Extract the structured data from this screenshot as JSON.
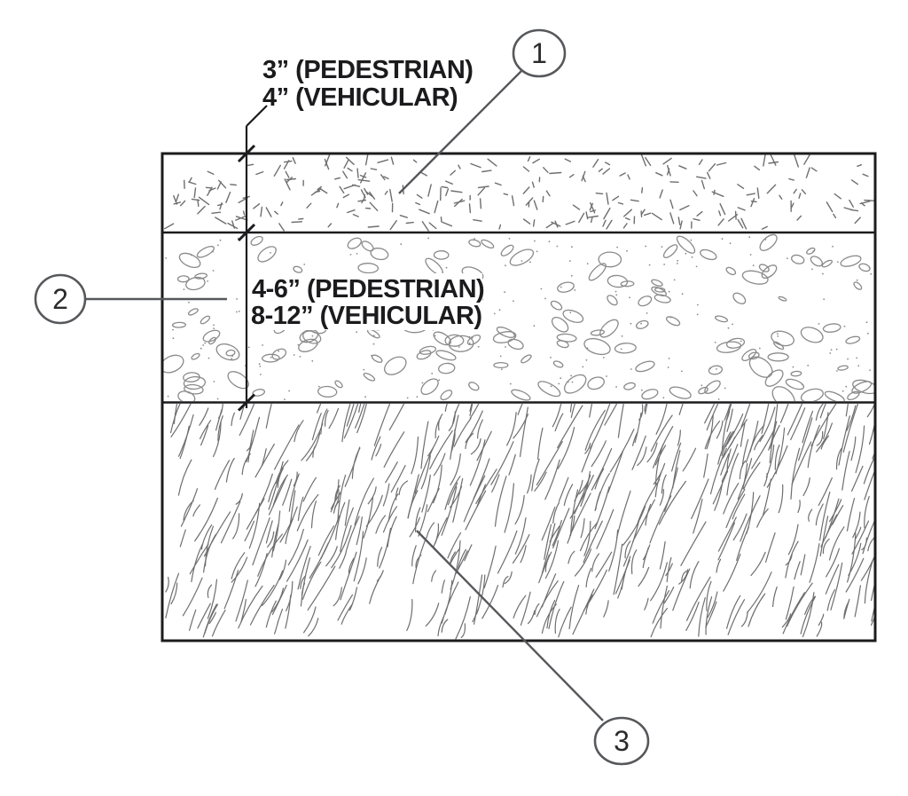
{
  "diagram": {
    "kind": "layered-section-detail",
    "colors": {
      "background": "#ffffff",
      "outline": "#1c1c1e",
      "hatch": "#6e6e70",
      "gravel": "#8a8a8c",
      "leader": "#56585b",
      "text": "#1b1b1d",
      "calloutText": "#2b2b2d"
    },
    "dimension_note": {
      "line1": "3” (PEDESTRIAN)",
      "line2": "4” (VEHICULAR)"
    },
    "layer2_note": {
      "line1": "4-6” (PEDESTRIAN)",
      "line2": "8-12” (VEHICULAR)"
    },
    "callouts": [
      {
        "number": "1",
        "points_to": "top-layer"
      },
      {
        "number": "2",
        "points_to": "middle-layer"
      },
      {
        "number": "3",
        "points_to": "bottom-layer"
      }
    ]
  }
}
